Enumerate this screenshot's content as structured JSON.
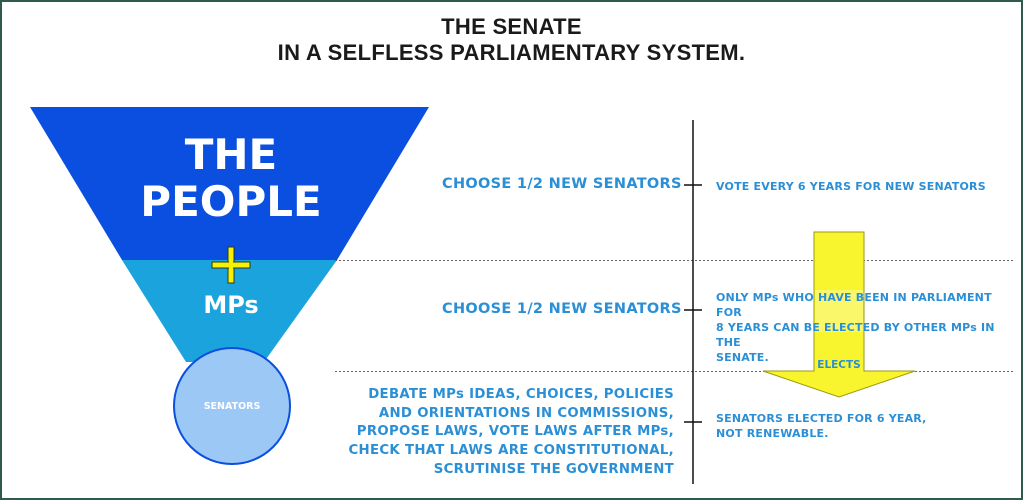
{
  "title": {
    "line1": "THE SENATE",
    "line2": "IN A SELFLESS PARLIAMENTARY SYSTEM."
  },
  "funnel": {
    "people_line1": "THE",
    "people_line2": "PEOPLE",
    "plus": "+",
    "mps": "MPs",
    "senators": "SENATORS"
  },
  "rows": [
    {
      "choose": "CHOOSE 1/2 NEW SENATORS",
      "detail": [
        "VOTE EVERY 6 YEARS FOR NEW SENATORS"
      ]
    },
    {
      "choose": "CHOOSE 1/2 NEW SENATORS",
      "detail": [
        "ONLY MPs WHO HAVE BEEN IN PARLIAMENT FOR",
        "8 YEARS CAN BE ELECTED BY OTHER MPs IN THE",
        "SENATE."
      ]
    },
    {
      "roles": [
        "DEBATE MPs IDEAS, CHOICES, POLICIES",
        "AND ORIENTATIONS IN COMMISSIONS,",
        "PROPOSE LAWS, VOTE LAWS AFTER MPs,",
        "CHECK THAT LAWS ARE CONSTITUTIONAL,",
        "SCRUTINISE THE GOVERNMENT"
      ],
      "detail": [
        "SENATORS ELECTED FOR 6 YEAR,",
        "NOT RENEWABLE."
      ]
    }
  ],
  "arrow_label": "ELECTS",
  "colors": {
    "people_blue": "#0a4fe0",
    "mps_blue": "#1aa3dd",
    "senators_circle": "#9cc8f5",
    "text_blue": "#2b8fd6",
    "plus_yellow": "#f6f200",
    "arrow_yellow": "#f8f52e",
    "frame": "#2f5b4e"
  }
}
